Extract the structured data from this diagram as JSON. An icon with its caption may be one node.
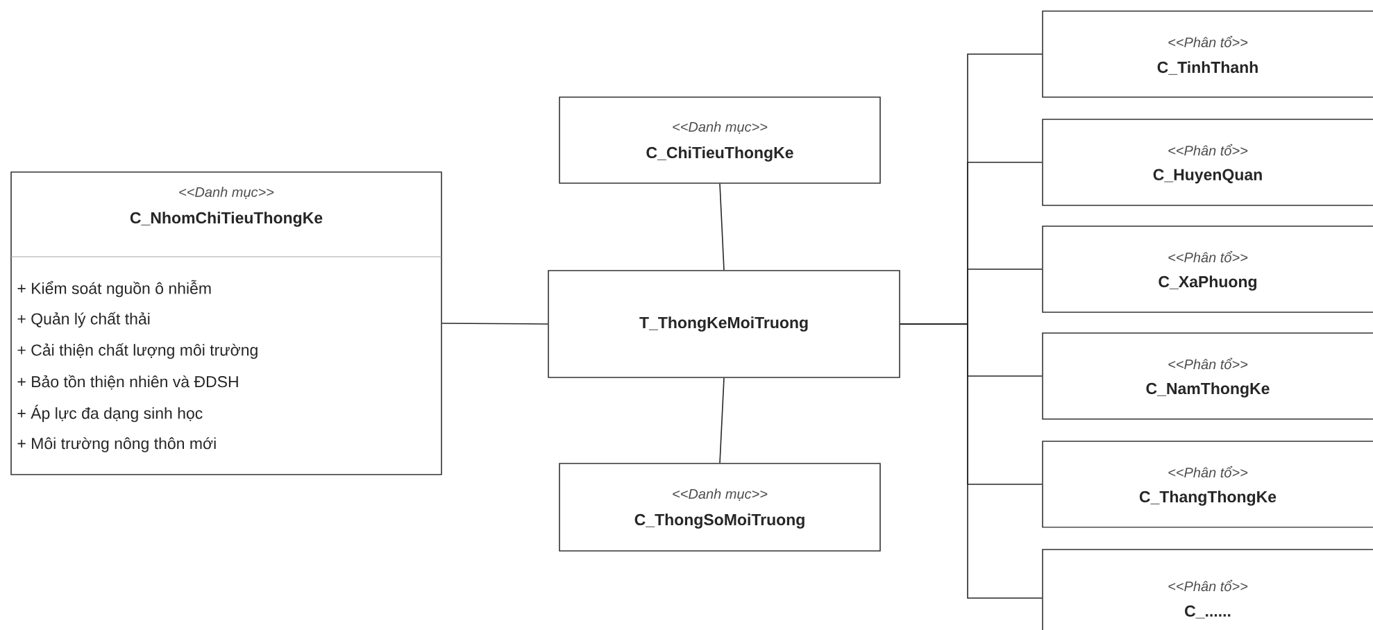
{
  "diagram": {
    "nodes": [
      {
        "text": [
          "<<Danh mục>>",
          "C_NhomChiTieuThongKe",
          "+ Kiểm soát nguồn ô nhiễm",
          "+ Quản lý chất thải",
          "+ Cải thiện chất lượng môi trường",
          "+ Bảo tồn thiện nhiên và ĐDSH",
          "+ Áp lực đa dạng sinh học",
          "+ Môi trường nông thôn mới"
        ]
      },
      {
        "text": [
          "<<Danh mục>>",
          "C_ChiTieuThongKe"
        ]
      },
      {
        "text": [
          "T_ThongKeMoiTruong"
        ]
      },
      {
        "text": [
          "<<Danh mục>>",
          "C_ThongSoMoiTruong"
        ]
      },
      {
        "text": [
          "<<Phân tổ>>",
          "C_TinhThanh"
        ]
      },
      {
        "text": [
          "<<Phân tổ>>",
          "C_HuyenQuan"
        ]
      },
      {
        "text": [
          "<<Phân tổ>>",
          "C_XaPhuong"
        ]
      },
      {
        "text": [
          "<<Phân tổ>>",
          "C_NamThongKe"
        ]
      },
      {
        "text": [
          "<<Phân tổ>>",
          "C_ThangThongKe"
        ]
      },
      {
        "text": [
          "<<Phân tổ>>",
          "C_......"
        ]
      }
    ],
    "edges": [
      {
        "from": 0,
        "to": 2,
        "arrow": "none"
      },
      {
        "from": 1,
        "to": 2,
        "arrow": "none"
      },
      {
        "from": 2,
        "to": 3,
        "arrow": "none"
      },
      {
        "from": 2,
        "to": 4,
        "arrow": "none"
      },
      {
        "from": 2,
        "to": 5,
        "arrow": "none"
      },
      {
        "from": 2,
        "to": 6,
        "arrow": "none"
      },
      {
        "from": 2,
        "to": 7,
        "arrow": "none"
      },
      {
        "from": 2,
        "to": 8,
        "arrow": "none"
      },
      {
        "from": 2,
        "to": 9,
        "arrow": "none"
      }
    ]
  }
}
